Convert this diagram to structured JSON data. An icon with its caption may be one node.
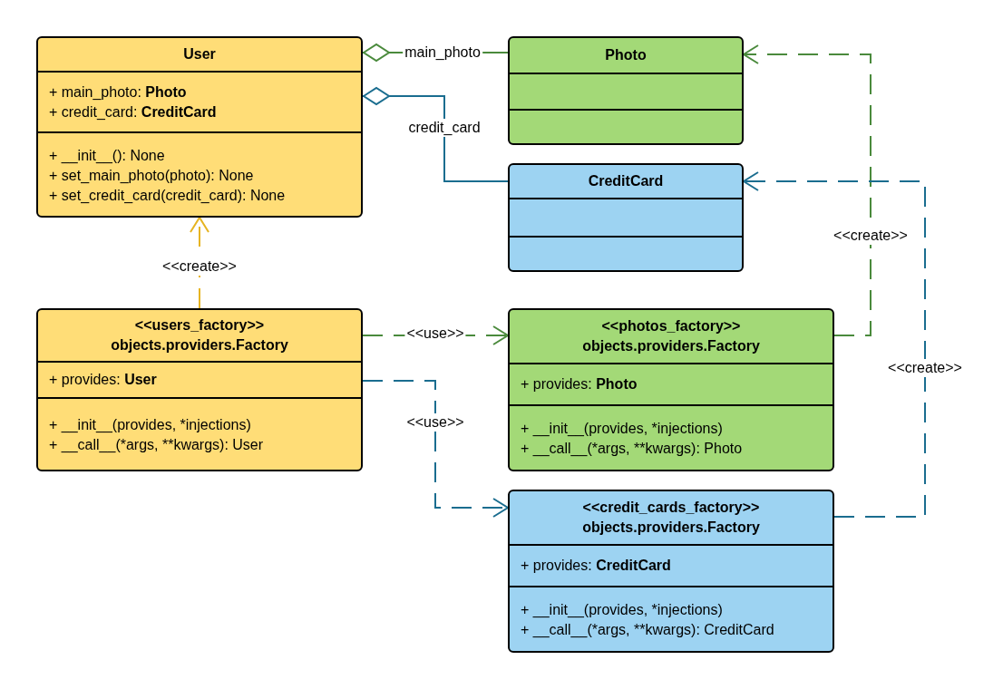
{
  "diagram": {
    "nodes": [
      {
        "text": [
          "User"
        ]
      },
      {
        "text": [
          "+ main_photo: **Photo**",
          "+ credit_card: **CreditCard**"
        ],
        "in": 0
      },
      {
        "text": [
          "+ __init__(): None",
          "+ set_main_photo(photo): None",
          "+ set_credit_card(credit_card): None"
        ],
        "in": 0
      },
      {
        "text": [
          "Photo"
        ]
      },
      {
        "text": [],
        "shape": "box",
        "in": 3
      },
      {
        "text": [],
        "shape": "box",
        "in": 3
      },
      {
        "text": [
          "CreditCard"
        ]
      },
      {
        "text": [],
        "shape": "box",
        "in": 6
      },
      {
        "text": [],
        "shape": "box",
        "in": 6
      },
      {
        "text": [
          "<<users_factory>>",
          "objects.providers.Factory"
        ]
      },
      {
        "text": [
          "+ provides: **User**"
        ],
        "in": 9
      },
      {
        "text": [
          "+ __init__(provides, *injections)",
          "+ __call__(*args, **kwargs): User"
        ],
        "in": 9
      },
      {
        "text": [
          "<<photos_factory>>",
          "objects.providers.Factory"
        ]
      },
      {
        "text": [
          "+ provides: **Photo**"
        ],
        "in": 12
      },
      {
        "text": [
          "+ __init__(provides, *injections)",
          "+ __call__(*args, **kwargs): Photo"
        ],
        "in": 12
      },
      {
        "text": [
          "<<credit_cards_factory>>",
          "objects.providers.Factory"
        ]
      },
      {
        "text": [
          "+ provides: **CreditCard**"
        ],
        "in": 15
      },
      {
        "text": [
          "+ __init__(provides, *injections)",
          "+ __call__(*args, **kwargs): CreditCard"
        ],
        "in": 15
      }
    ],
    "edges": [
      {
        "from": 0,
        "to": 3,
        "arrow": "other",
        "label": "main_photo",
        "color": "#4a8a3c"
      },
      {
        "from": 0,
        "to": 6,
        "arrow": "other",
        "label": "credit_card",
        "color": "#1a6d8f"
      },
      {
        "from": 9,
        "to": 0,
        "arrow": "to",
        "label": "<<create>>",
        "style": "dashed",
        "color": "#e6b422"
      },
      {
        "from": 9,
        "to": 12,
        "arrow": "to",
        "label": "<<use>>",
        "style": "dashed",
        "color": "#4a8a3c"
      },
      {
        "from": 9,
        "to": 15,
        "arrow": "to",
        "label": "<<use>>",
        "style": "dashed",
        "color": "#1a6d8f"
      },
      {
        "from": 12,
        "to": 3,
        "arrow": "to",
        "label": "<<create>>",
        "style": "dashed",
        "color": "#4a8a3c"
      },
      {
        "from": 15,
        "to": 6,
        "arrow": "to",
        "label": "<<create>>",
        "style": "dashed",
        "color": "#1a6d8f"
      }
    ]
  }
}
